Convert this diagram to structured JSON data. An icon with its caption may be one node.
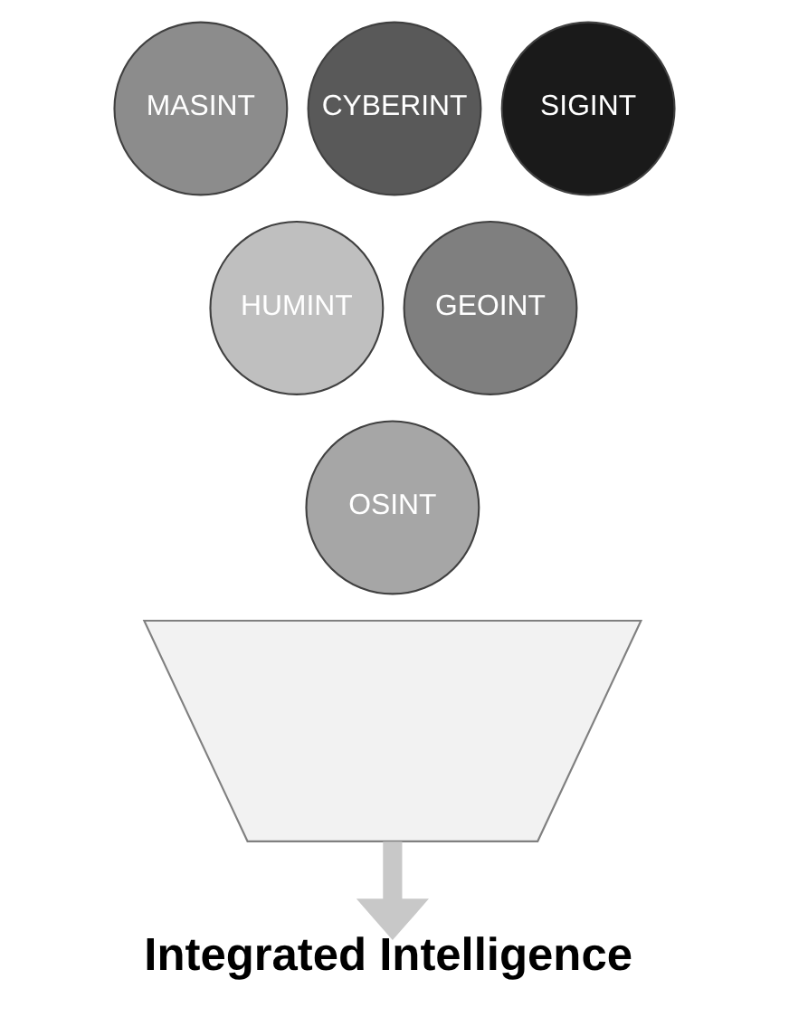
{
  "diagram": {
    "nodes": [
      {
        "text": [
          "MASINT"
        ]
      },
      {
        "text": [
          "CYBERINT"
        ]
      },
      {
        "text": [
          "SIGINT"
        ]
      },
      {
        "text": [
          "HUMINT"
        ]
      },
      {
        "text": [
          "GEOINT"
        ]
      },
      {
        "text": [
          "OSINT"
        ]
      },
      {
        "text": [],
        "shape": "funnel"
      },
      {
        "text": [
          "Integrated Intelligence"
        ]
      }
    ],
    "edges": [
      {
        "from": 6,
        "to": 7,
        "arrow": "to"
      }
    ]
  }
}
